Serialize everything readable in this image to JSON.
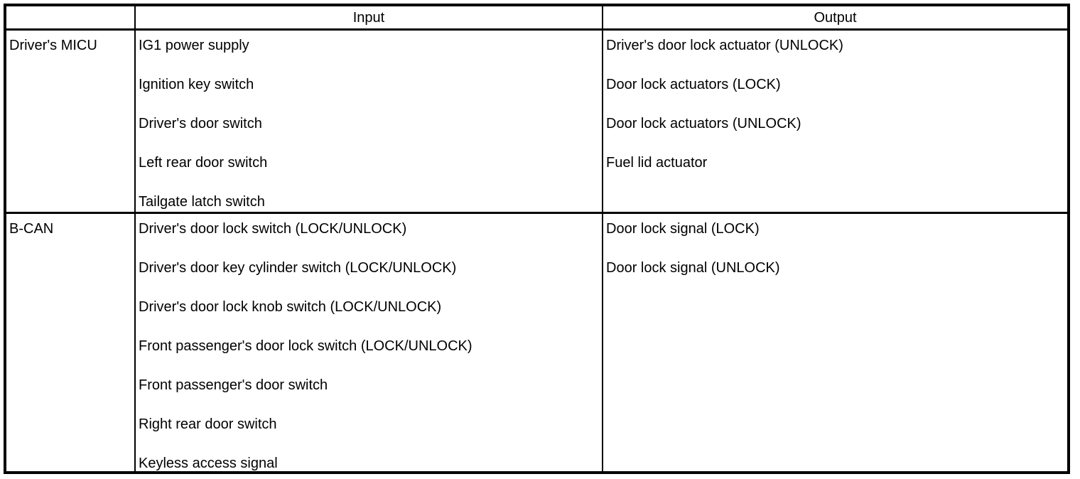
{
  "table": {
    "header": {
      "corner": "",
      "input": "Input",
      "output": "Output"
    },
    "rows": [
      {
        "source": "Driver's MICU",
        "inputs": [
          "IG1 power supply",
          "Ignition key switch",
          "Driver's door switch",
          "Left rear door switch",
          "Tailgate latch switch"
        ],
        "outputs": [
          "Driver's door lock actuator (UNLOCK)",
          "Door lock actuators (LOCK)",
          "Door lock actuators (UNLOCK)",
          "Fuel lid actuator"
        ]
      },
      {
        "source": "B-CAN",
        "inputs": [
          "Driver's door lock switch (LOCK/UNLOCK)",
          "Driver's door key cylinder switch (LOCK/UNLOCK)",
          "Driver's door lock knob switch (LOCK/UNLOCK)",
          "Front passenger's door lock switch (LOCK/UNLOCK)",
          "Front passenger's door switch",
          "Right rear door switch",
          "Keyless access signal"
        ],
        "outputs": [
          "Door lock signal (LOCK)",
          "Door lock signal (UNLOCK)"
        ]
      }
    ],
    "colors": {
      "border": "#000000",
      "text": "#000000",
      "background": "#ffffff"
    }
  }
}
